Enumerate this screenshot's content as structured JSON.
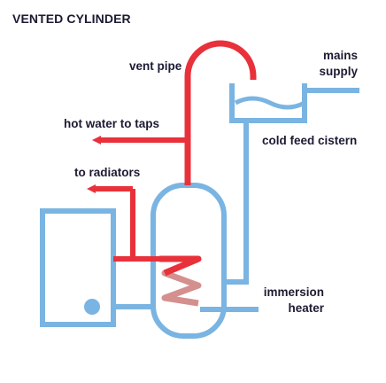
{
  "title": "VENTED CYLINDER",
  "labels": {
    "vent_pipe": "vent pipe",
    "mains_supply_line1": "mains",
    "mains_supply_line2": "supply",
    "hot_water_to_taps": "hot water to taps",
    "cold_feed_cistern": "cold feed cistern",
    "to_radiators": "to radiators",
    "immersion_line1": "immersion",
    "immersion_line2": "heater"
  },
  "colors": {
    "hot_pipe": "#e8313a",
    "cold_pipe": "#7ab4e2",
    "coil": "#d4908e",
    "text": "#1c1b33"
  }
}
